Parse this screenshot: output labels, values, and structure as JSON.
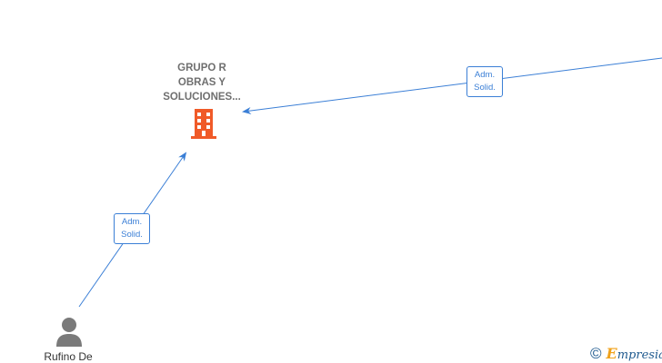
{
  "nodes": {
    "company": {
      "label_line1": "GRUPO R",
      "label_line2": "OBRAS Y",
      "label_line3": "SOLUCIONES...",
      "icon": "building-icon",
      "color": "#f05a28"
    },
    "person": {
      "label": "Rufino De",
      "icon": "person-icon",
      "color": "#7a7a7a"
    }
  },
  "edges": [
    {
      "from": "offscreen-right",
      "to": "company",
      "label_line1": "Adm.",
      "label_line2": "Solid."
    },
    {
      "from": "person",
      "to": "company",
      "label_line1": "Adm.",
      "label_line2": "Solid."
    }
  ],
  "colors": {
    "edge": "#3b7fd6",
    "label_text": "#6f6f6f"
  },
  "watermark": {
    "symbol": "©",
    "brand_initial": "E",
    "brand_rest": "mpresia"
  }
}
